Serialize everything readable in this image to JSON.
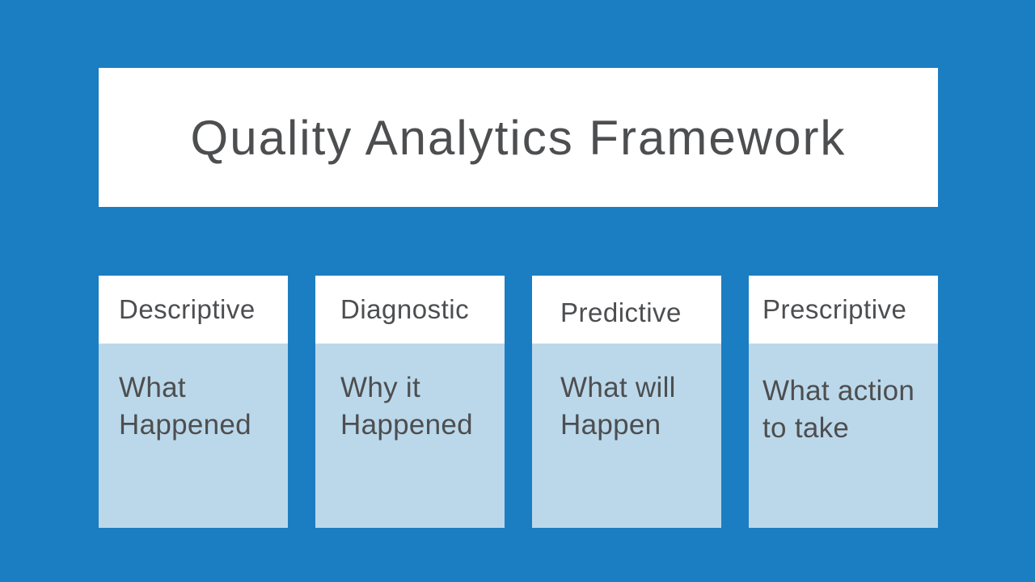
{
  "slide": {
    "title": "Quality Analytics Framework",
    "columns": [
      {
        "header": "Descriptive",
        "body": "What\nHappened"
      },
      {
        "header": "Diagnostic",
        "body": "Why it\nHappened"
      },
      {
        "header": "Predictive",
        "body": "What will\nHappen"
      },
      {
        "header": "Prescriptive",
        "body": "What action\nto take"
      }
    ],
    "colors": {
      "background": "#1B7EC2",
      "panel": "#FFFFFF",
      "column_body": "#BBD8EA",
      "text": "#4D4E50"
    }
  }
}
